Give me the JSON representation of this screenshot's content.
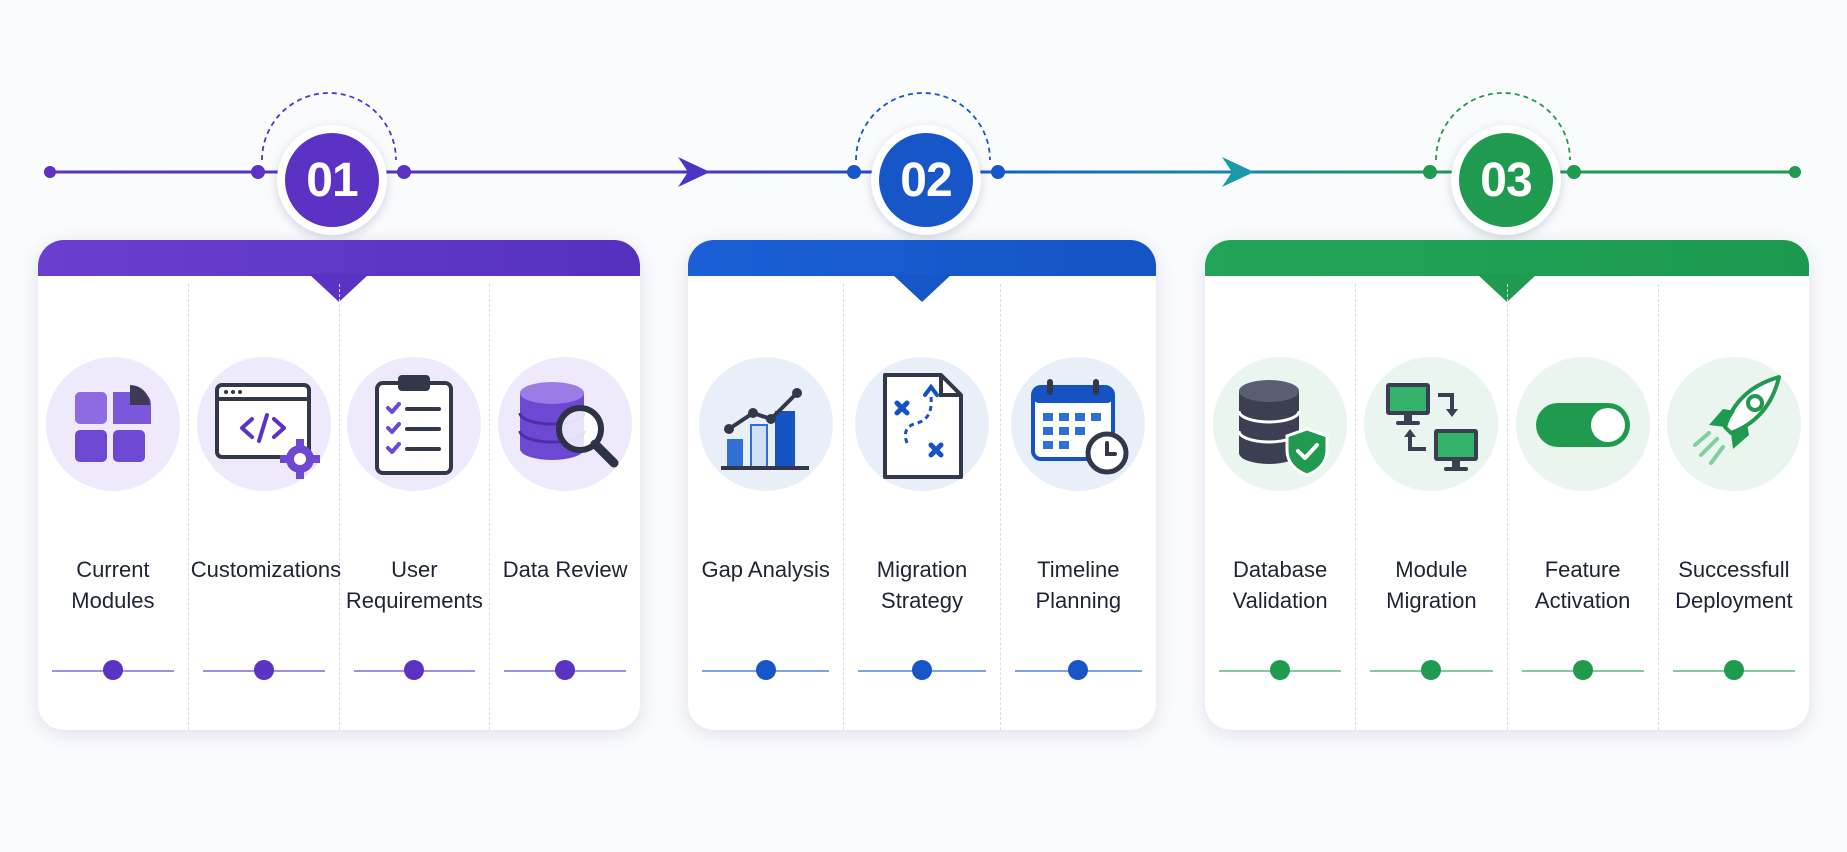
{
  "theme": {
    "purple": "#5b32c4",
    "blue": "#1656c9",
    "green": "#1f9a4f"
  },
  "phases": [
    {
      "number": "01",
      "color": "#5b32c4",
      "items": [
        {
          "label": "Current Modules",
          "icon": "modules-grid-icon"
        },
        {
          "label": "Customizations",
          "icon": "code-window-gear-icon"
        },
        {
          "label": "User Requirements",
          "icon": "clipboard-checklist-icon"
        },
        {
          "label": "Data Review",
          "icon": "database-magnifier-icon"
        }
      ]
    },
    {
      "number": "02",
      "color": "#1656c9",
      "items": [
        {
          "label": "Gap Analysis",
          "icon": "bar-chart-trend-icon"
        },
        {
          "label": "Migration Strategy",
          "icon": "strategy-plan-icon"
        },
        {
          "label": "Timeline Planning",
          "icon": "calendar-clock-icon"
        }
      ]
    },
    {
      "number": "03",
      "color": "#1f9a4f",
      "items": [
        {
          "label": "Database Validation",
          "icon": "database-shield-icon"
        },
        {
          "label": "Module Migration",
          "icon": "monitors-transfer-icon"
        },
        {
          "label": "Feature Activation",
          "icon": "toggle-switch-icon"
        },
        {
          "label": "Successfull Deployment",
          "icon": "rocket-icon"
        }
      ]
    }
  ]
}
